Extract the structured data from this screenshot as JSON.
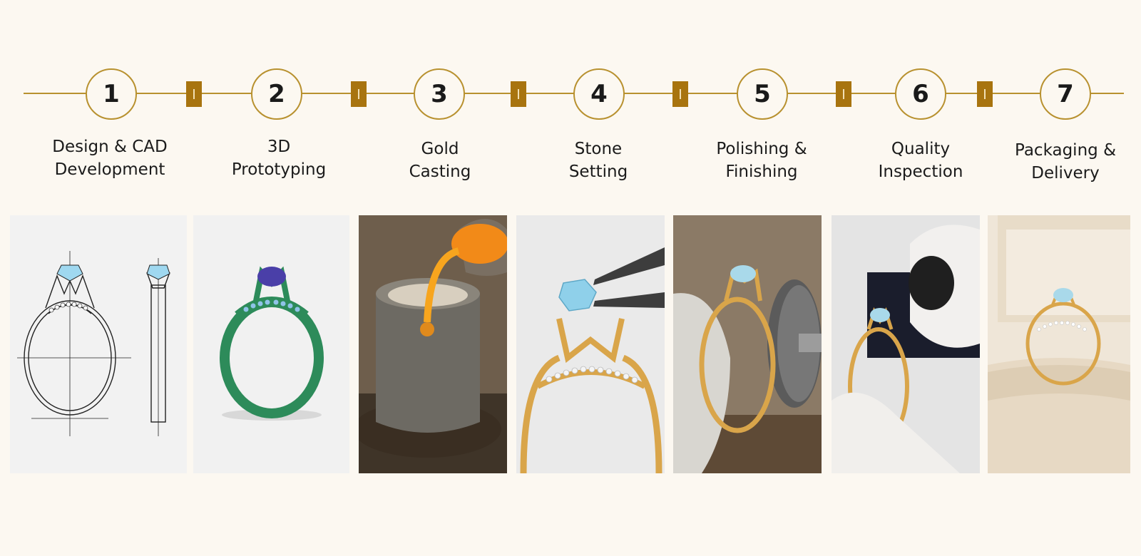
{
  "steps": [
    {
      "number": "1",
      "label_line1": "Design & CAD",
      "label_line2": "Development"
    },
    {
      "number": "2",
      "label_line1": "3D",
      "label_line2": "Prototyping"
    },
    {
      "number": "3",
      "label_line1": "Gold",
      "label_line2": "Casting"
    },
    {
      "number": "4",
      "label_line1": "Stone",
      "label_line2": "Setting"
    },
    {
      "number": "5",
      "label_line1": "Polishing &",
      "label_line2": "Finishing"
    },
    {
      "number": "6",
      "label_line1": "Quality",
      "label_line2": "Inspection"
    },
    {
      "number": "7",
      "label_line1": "Packaging &",
      "label_line2": "Delivery"
    }
  ],
  "colors": {
    "background": "#fcf8f1",
    "accent_gold": "#b8912f",
    "connector": "#a8740f",
    "text": "#1b1b1b"
  }
}
